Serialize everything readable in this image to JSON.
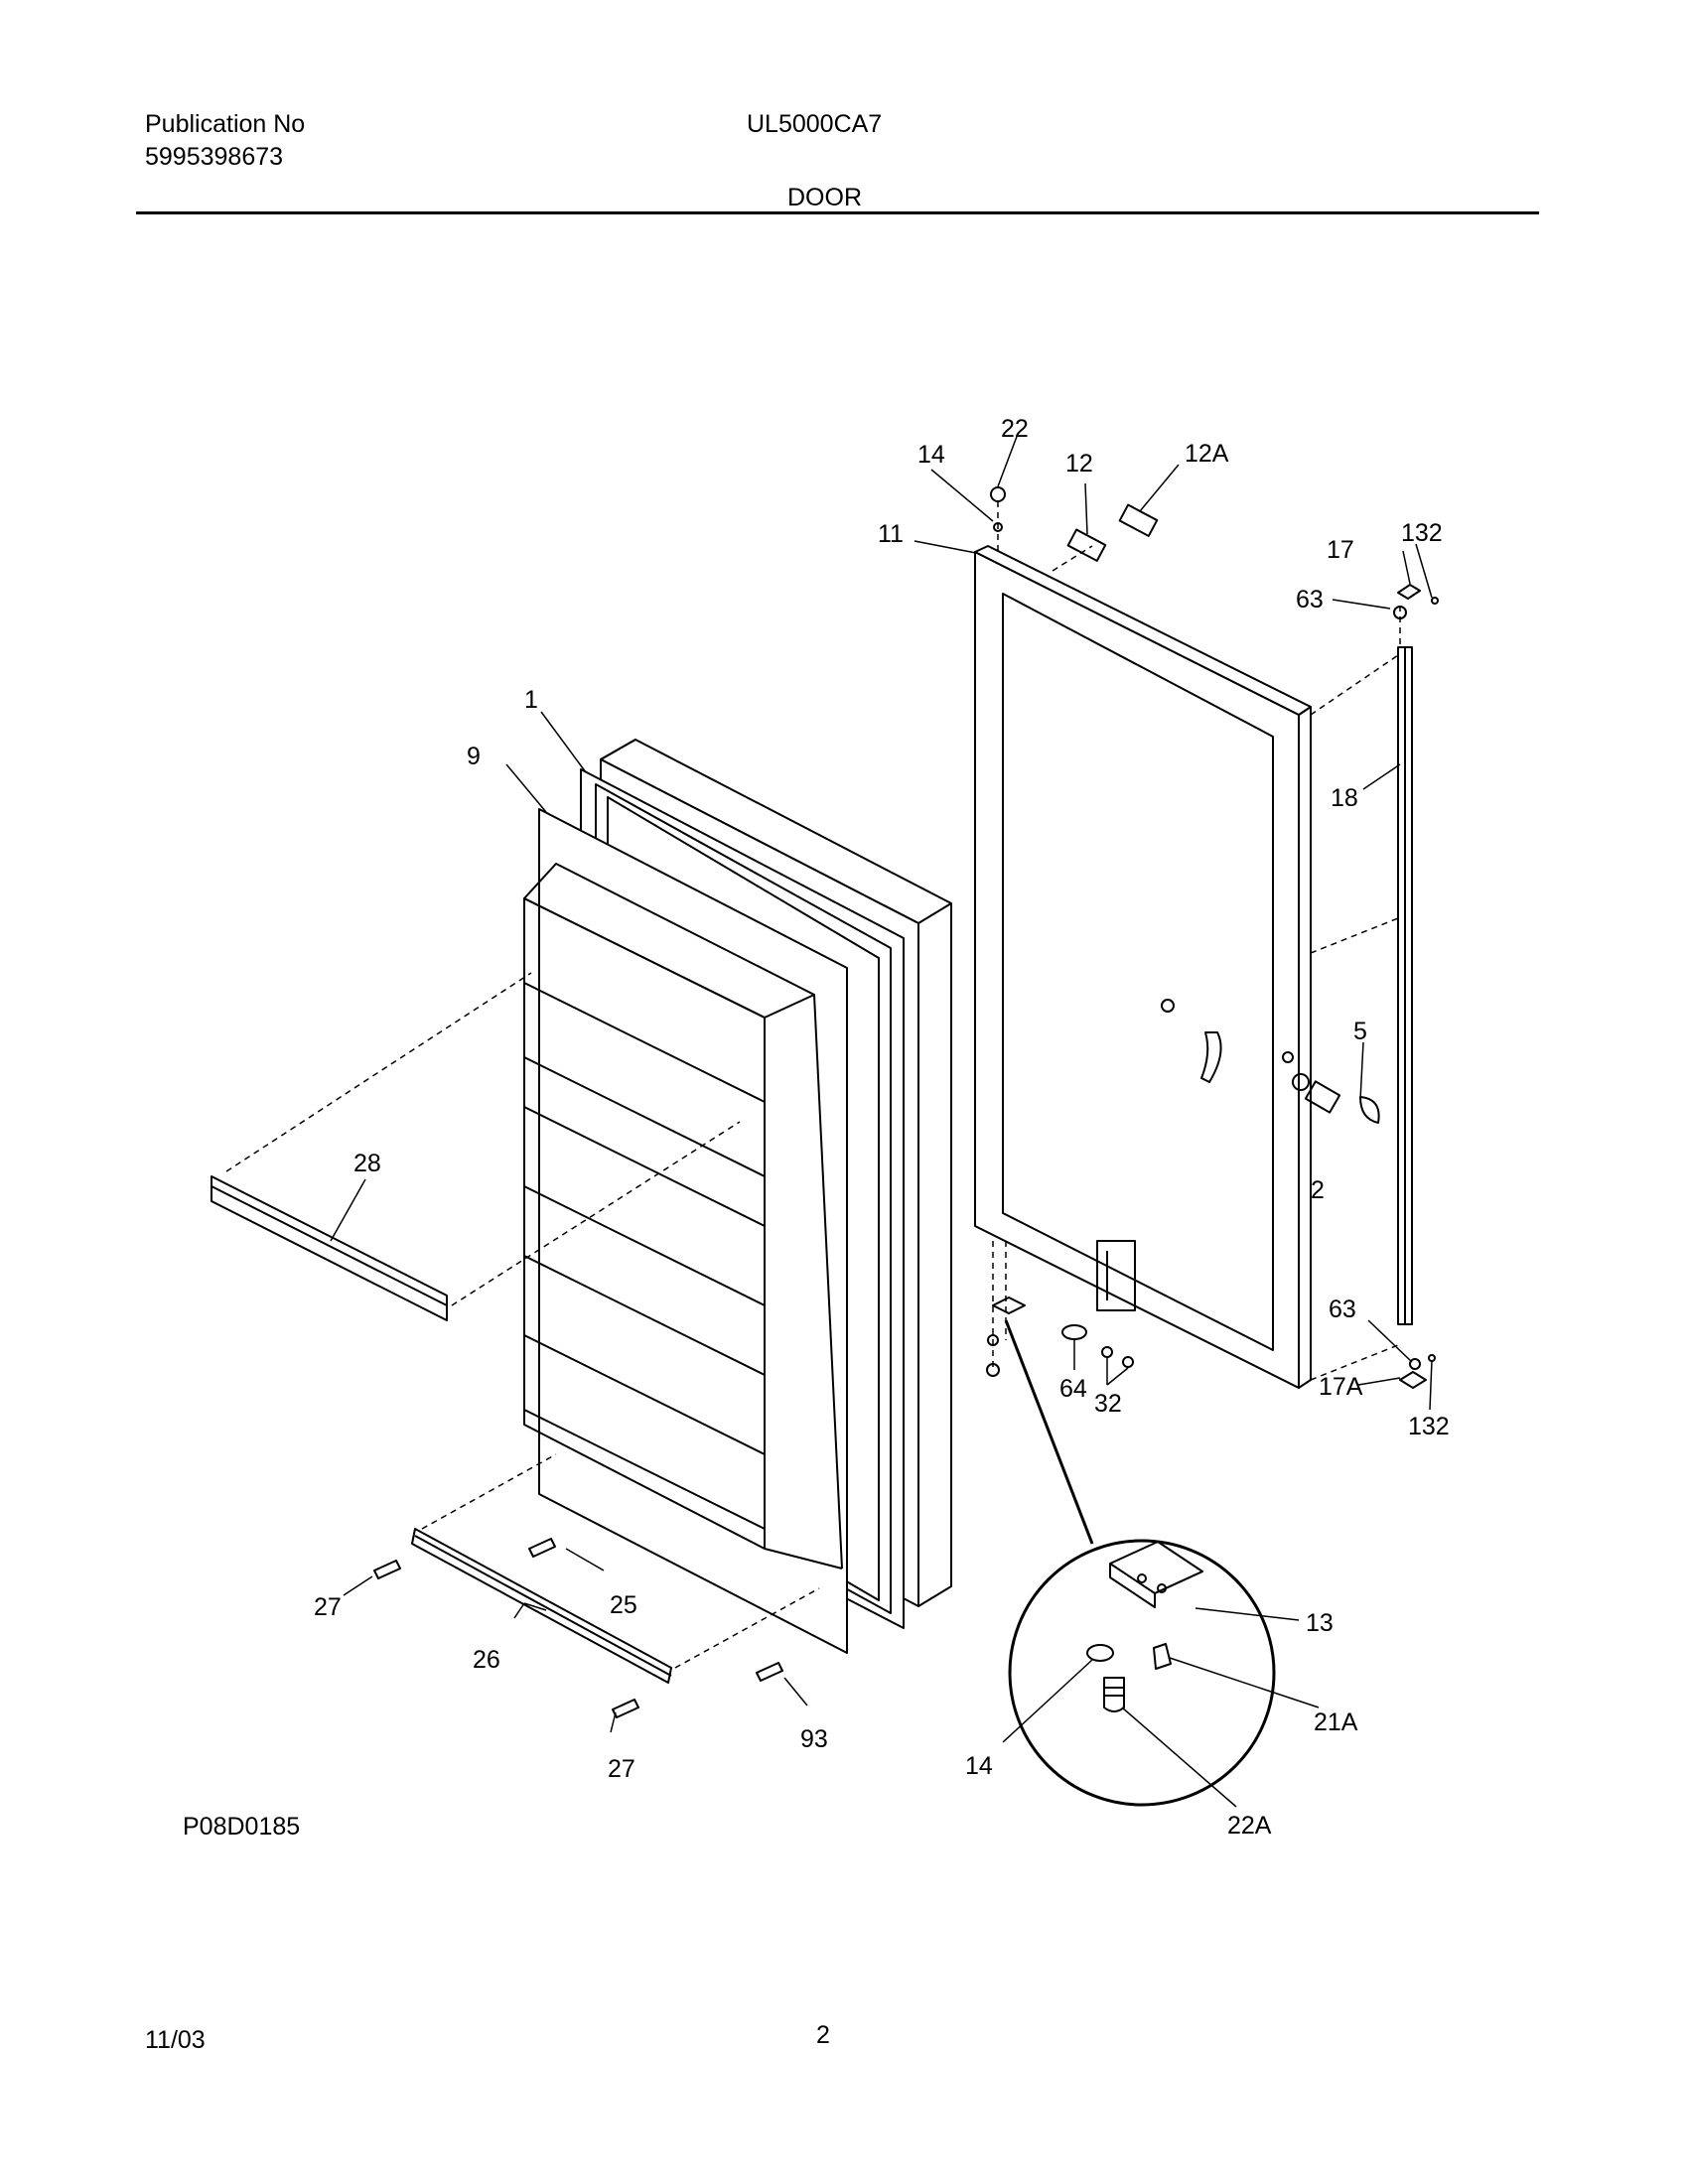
{
  "header": {
    "publication_label": "Publication No",
    "publication_number": "5995398673",
    "model": "UL5000CA7",
    "section": "DOOR"
  },
  "diagram": {
    "figure_code": "P08D0185",
    "callouts": {
      "c1": "1",
      "c9": "9",
      "c28": "28",
      "c27a": "27",
      "c25": "25",
      "c26": "26",
      "c27b": "27",
      "c93": "93",
      "c14top": "14",
      "c22": "22",
      "c12": "12",
      "c12a": "12A",
      "c11": "11",
      "c132top": "132",
      "c17": "17",
      "c63top": "63",
      "c18": "18",
      "c5": "5",
      "c2": "2",
      "c63bot": "63",
      "c64": "64",
      "c32": "32",
      "c17a": "17A",
      "c132bot": "132",
      "c13": "13",
      "c14bot": "14",
      "c21a": "21A",
      "c22a": "22A"
    }
  },
  "footer": {
    "date": "11/03",
    "page": "2"
  }
}
